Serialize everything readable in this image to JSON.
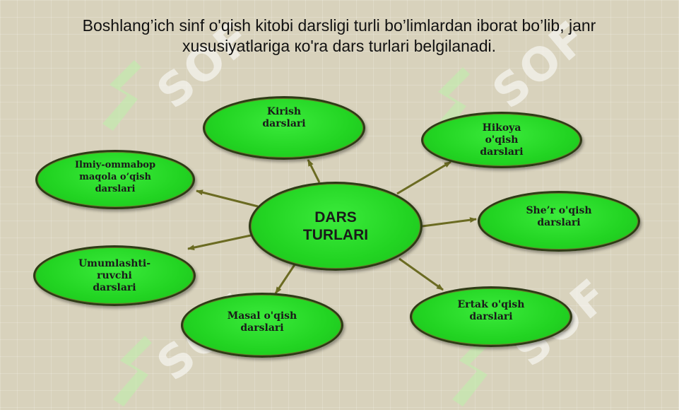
{
  "title": "Boshlang’ich sinf o'qish kitobi darsligi turli bo’limlardan iborat bo’lib, janr xususiyatlariga кo'ra dars turlari belgilanadi.",
  "watermark_text": "SOF",
  "center": {
    "label": "DARS\nTURLARI"
  },
  "nodes": [
    {
      "id": "kirish",
      "label": "Kirish\ndarslari"
    },
    {
      "id": "hikoya",
      "label": "Hikoya\no'qish\ndarslari"
    },
    {
      "id": "sher",
      "label": "She’r o'qish\ndarslari"
    },
    {
      "id": "ertak",
      "label": "Ertak o'qish\ndarslari"
    },
    {
      "id": "masal",
      "label": "Masal o'qish\ndarslari"
    },
    {
      "id": "umumlashtiruvchi",
      "label": "Umumlashti-\nruvchi\ndarslari"
    },
    {
      "id": "ilmiy",
      "label": "Ilmiy-ommabop\nmaqola o’qish\ndarslari"
    }
  ],
  "colors": {
    "node_fill": "#22d422",
    "node_border": "#2e3a16",
    "arrow": "#6b6b22",
    "background": "#d8d2bc"
  }
}
